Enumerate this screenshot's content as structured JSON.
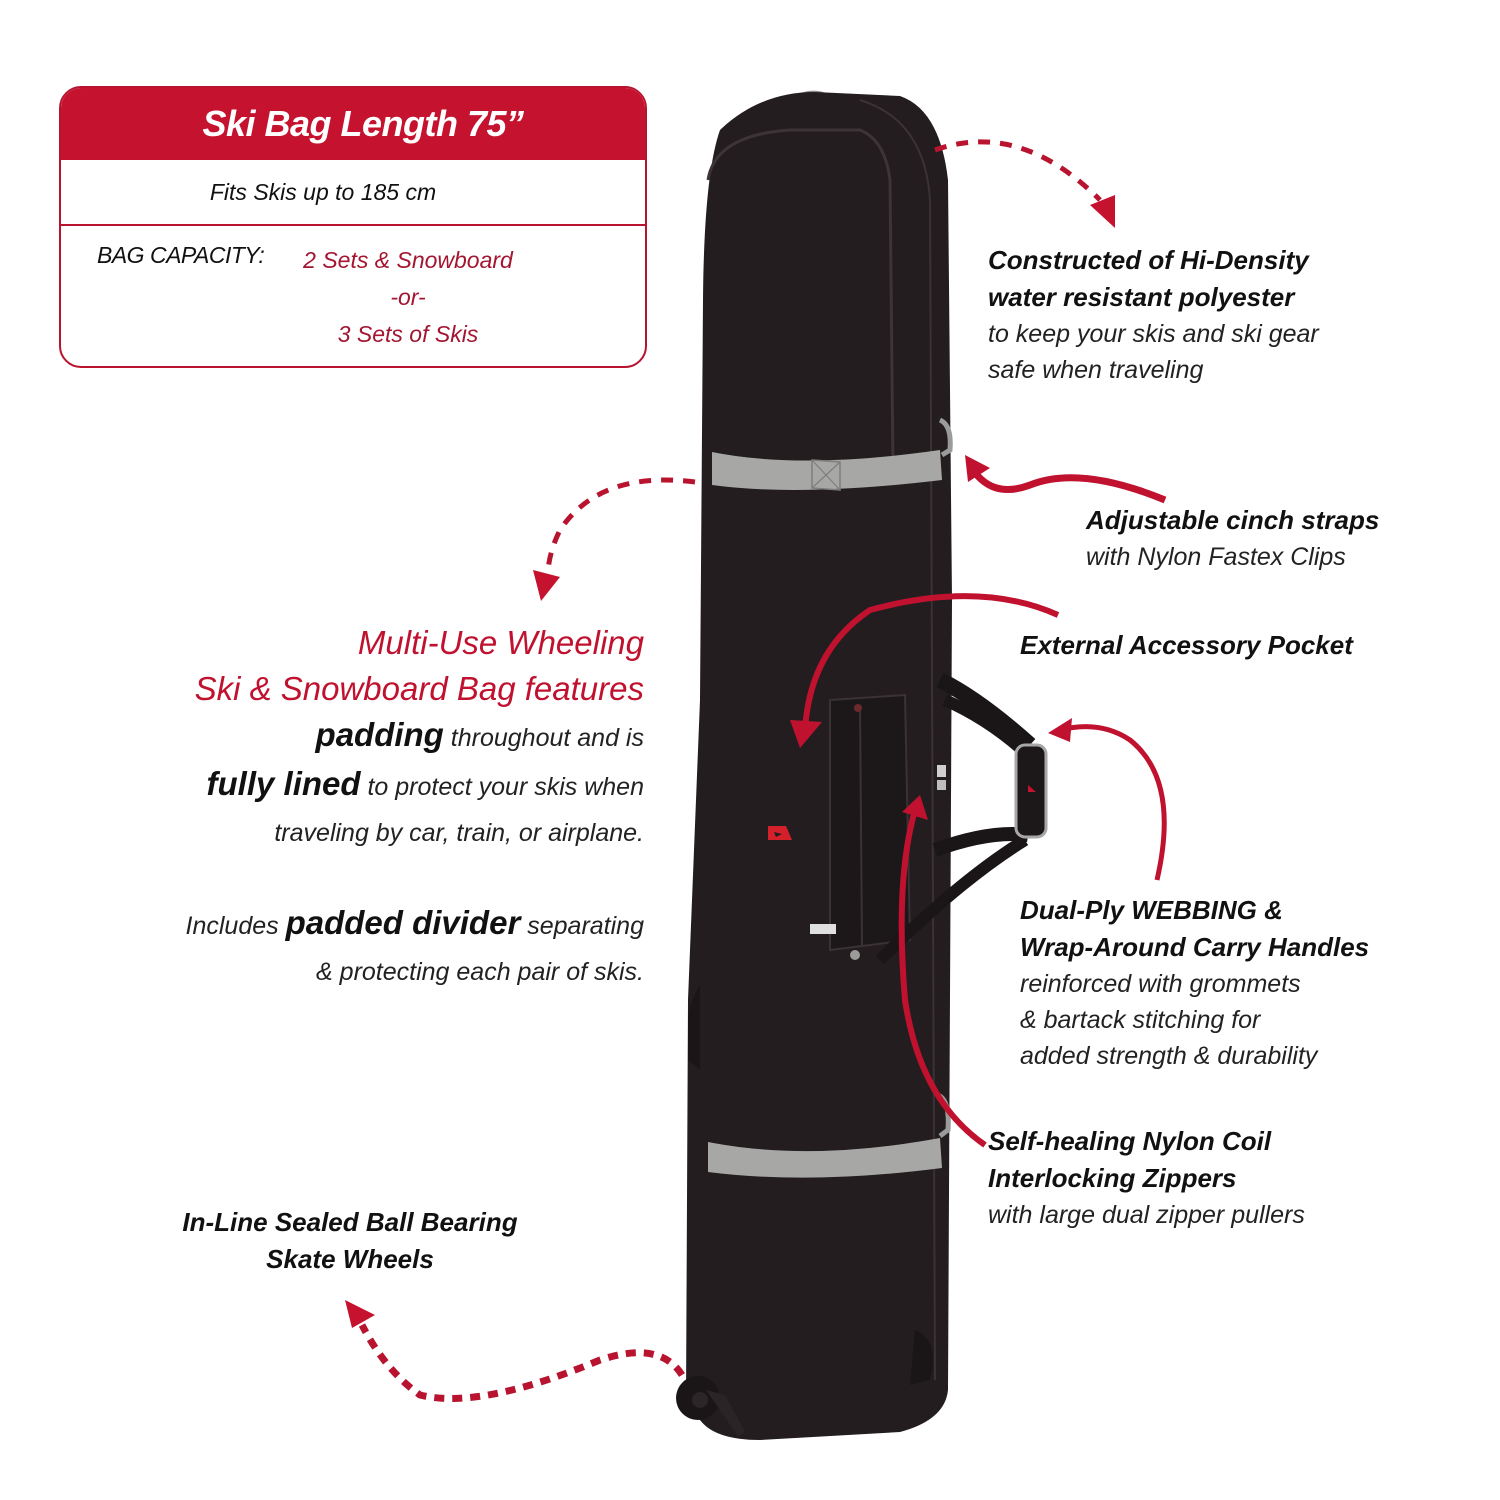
{
  "spec_card": {
    "title": "Ski Bag Length 75”",
    "fits": "Fits Skis up to 185 cm",
    "capacity_label": "BAG CAPACITY:",
    "capacity_values": [
      "2 Sets & Snowboard",
      "-or-",
      "3 Sets of Skis"
    ]
  },
  "features": {
    "construction": {
      "title_lines": [
        "Constructed of Hi-Density",
        "water resistant polyester"
      ],
      "sub_lines": [
        "to keep your skis and ski gear",
        "safe when traveling"
      ]
    },
    "cinch_straps": {
      "title": "Adjustable cinch straps",
      "sub": "with Nylon Fastex Clips"
    },
    "pocket": {
      "title": "External Accessory Pocket"
    },
    "webbing": {
      "title_lines": [
        "Dual-Ply WEBBING &",
        "Wrap-Around Carry Handles"
      ],
      "sub_lines": [
        "reinforced with grommets",
        "& bartack stitching for",
        "added strength & durability"
      ]
    },
    "zippers": {
      "title_lines": [
        "Self-healing Nylon Coil",
        "Interlocking Zippers"
      ],
      "sub": "with large dual zipper pullers"
    },
    "wheels": {
      "title_lines": [
        "In-Line Sealed Ball Bearing",
        "Skate Wheels"
      ]
    }
  },
  "multi_use": {
    "heading_lines": [
      "Multi-Use Wheeling",
      "Ski & Snowboard Bag features"
    ],
    "line1_bold": "padding",
    "line1_rest": " throughout and is",
    "line2_bold": "fully lined",
    "line2_rest": " to protect your skis when",
    "line3": "traveling by car, train, or airplane.",
    "includes_pre": "Includes ",
    "includes_bold": "padded divider",
    "includes_post": " separating",
    "includes_line2": "& protecting each pair of skis."
  },
  "colors": {
    "accent_red": "#c5122f",
    "bag_black": "#231d1f",
    "strap_gray": "#a7a8a6",
    "text": "#111111"
  },
  "icons": {
    "arrows": [
      "dashed-arrow-construction",
      "arrow-cinch",
      "arrow-pocket",
      "arrow-handle",
      "arrow-zipper",
      "dashed-arrow-padding",
      "dashed-arrow-wheels"
    ],
    "logo": "triangle-logo-icon"
  }
}
